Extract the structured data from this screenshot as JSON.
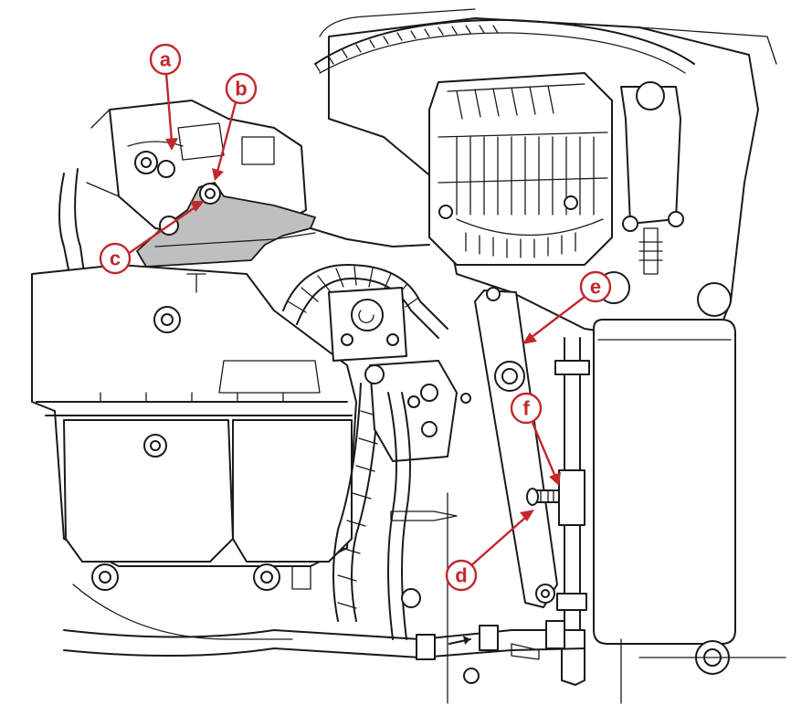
{
  "callouts": [
    {
      "id": "a",
      "label": "a"
    },
    {
      "id": "b",
      "label": "b"
    },
    {
      "id": "c",
      "label": "c"
    },
    {
      "id": "d",
      "label": "d"
    },
    {
      "id": "e",
      "label": "e"
    },
    {
      "id": "f",
      "label": "f"
    }
  ],
  "colors": {
    "callout": "#c0282c",
    "line_art": "#1a1a1a",
    "highlight_part": "#bfbfbf"
  }
}
